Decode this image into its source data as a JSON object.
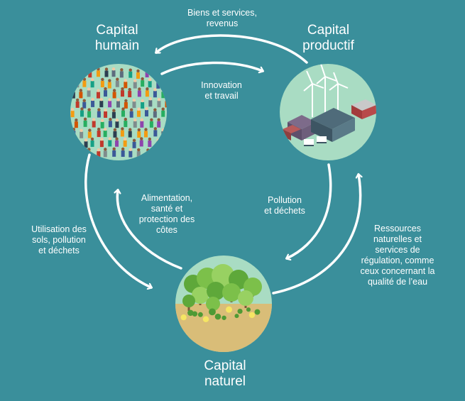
{
  "nodes": {
    "human": {
      "line1": "Capital",
      "line2": "humain"
    },
    "productive": {
      "line1": "Capital",
      "line2": "productif"
    },
    "natural": {
      "line1": "Capital",
      "line2": "naturel"
    }
  },
  "flows": {
    "productive_to_human": {
      "line1": "Biens et services,",
      "line2": "revenus"
    },
    "human_to_productive": {
      "line1": "Innovation",
      "line2": "et travail"
    },
    "natural_to_human": {
      "line1": "Alimentation,",
      "line2": "santé et",
      "line3": "protection des",
      "line4": "côtes"
    },
    "productive_to_natural": {
      "line1": "Pollution",
      "line2": "et déchets"
    },
    "human_to_natural": {
      "line1": "Utilisation des",
      "line2": "sols, pollution",
      "line3": "et déchets"
    },
    "natural_to_productive": {
      "line1": "Ressources",
      "line2": "naturelles et",
      "line3": "services de",
      "line4": "régulation, comme",
      "line5": "ceux concernant la",
      "line6": "qualité de l’eau"
    }
  },
  "colors": {
    "background": "#3a8f9b",
    "circle_fill": "#a9dcc3",
    "arrow": "#ffffff",
    "ground": "#d9bd78",
    "tree": "#7cc04a"
  }
}
